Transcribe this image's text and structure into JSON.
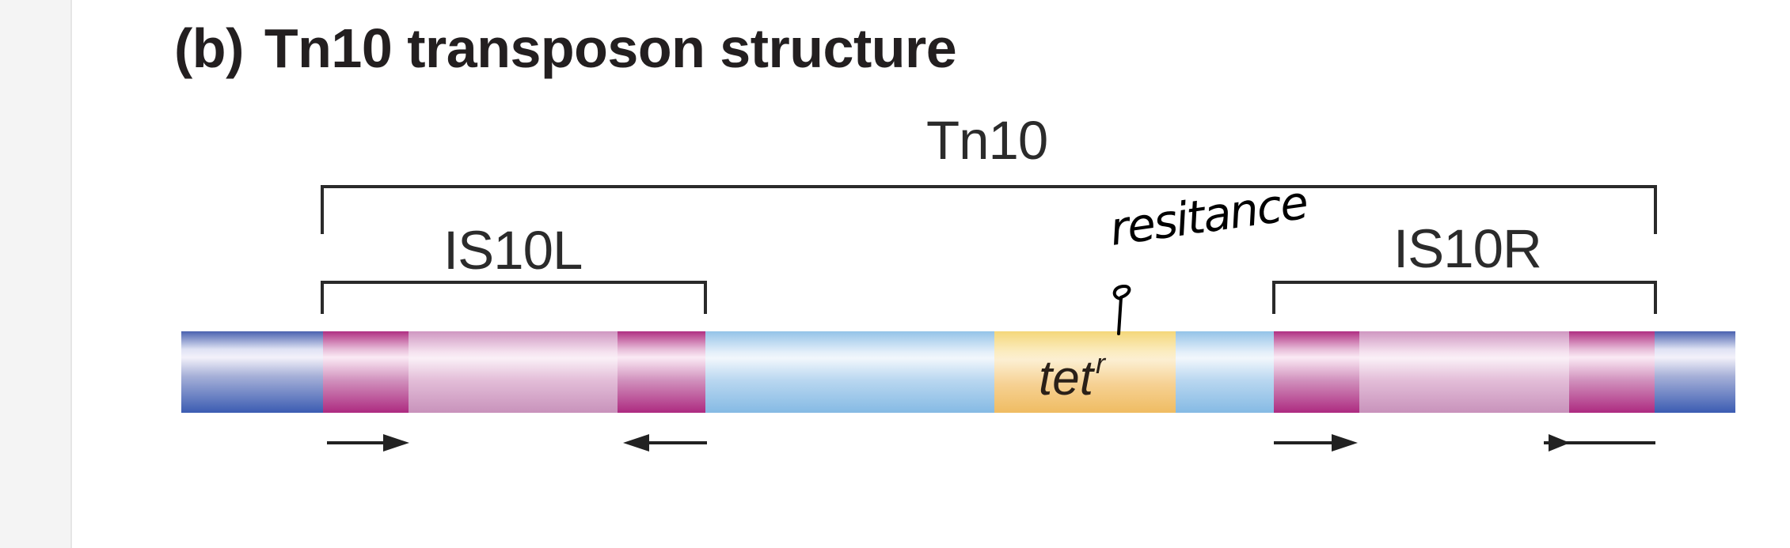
{
  "title": {
    "panel": "(b)",
    "text": "Tn10 transposon structure"
  },
  "labels": {
    "transposon": "Tn10",
    "is_left": "IS10L",
    "is_right": "IS10R",
    "gene_base": "tet",
    "gene_sup": "r"
  },
  "annotation": {
    "handwritten_text": "resitance"
  },
  "segments": [
    {
      "name": "flank-dna-left",
      "kind": "host",
      "color": "#4060b0"
    },
    {
      "name": "is10l-inverted-repeat-left",
      "kind": "ir",
      "color": "#b0287e"
    },
    {
      "name": "is10l-core",
      "kind": "is-core",
      "color": "#d9a3c8"
    },
    {
      "name": "is10l-inverted-repeat-right",
      "kind": "ir",
      "color": "#b0287e"
    },
    {
      "name": "central-region-left",
      "kind": "central",
      "color": "#8cbfe6"
    },
    {
      "name": "tet-r-gene",
      "kind": "gene",
      "color": "#f0bf60"
    },
    {
      "name": "central-region-right",
      "kind": "central",
      "color": "#8cbfe6"
    },
    {
      "name": "is10r-inverted-repeat-left",
      "kind": "ir",
      "color": "#b0287e"
    },
    {
      "name": "is10r-core",
      "kind": "is-core",
      "color": "#d9a3c8"
    },
    {
      "name": "is10r-inverted-repeat-right",
      "kind": "ir",
      "color": "#b0287e"
    },
    {
      "name": "flank-dna-right",
      "kind": "host",
      "color": "#4060b0"
    }
  ],
  "arrows": [
    {
      "name": "is10l-left-arrow",
      "direction": "right"
    },
    {
      "name": "is10l-right-arrow",
      "direction": "left"
    },
    {
      "name": "is10r-left-arrow",
      "direction": "right"
    },
    {
      "name": "is10r-right-arrow",
      "direction": "left"
    }
  ]
}
